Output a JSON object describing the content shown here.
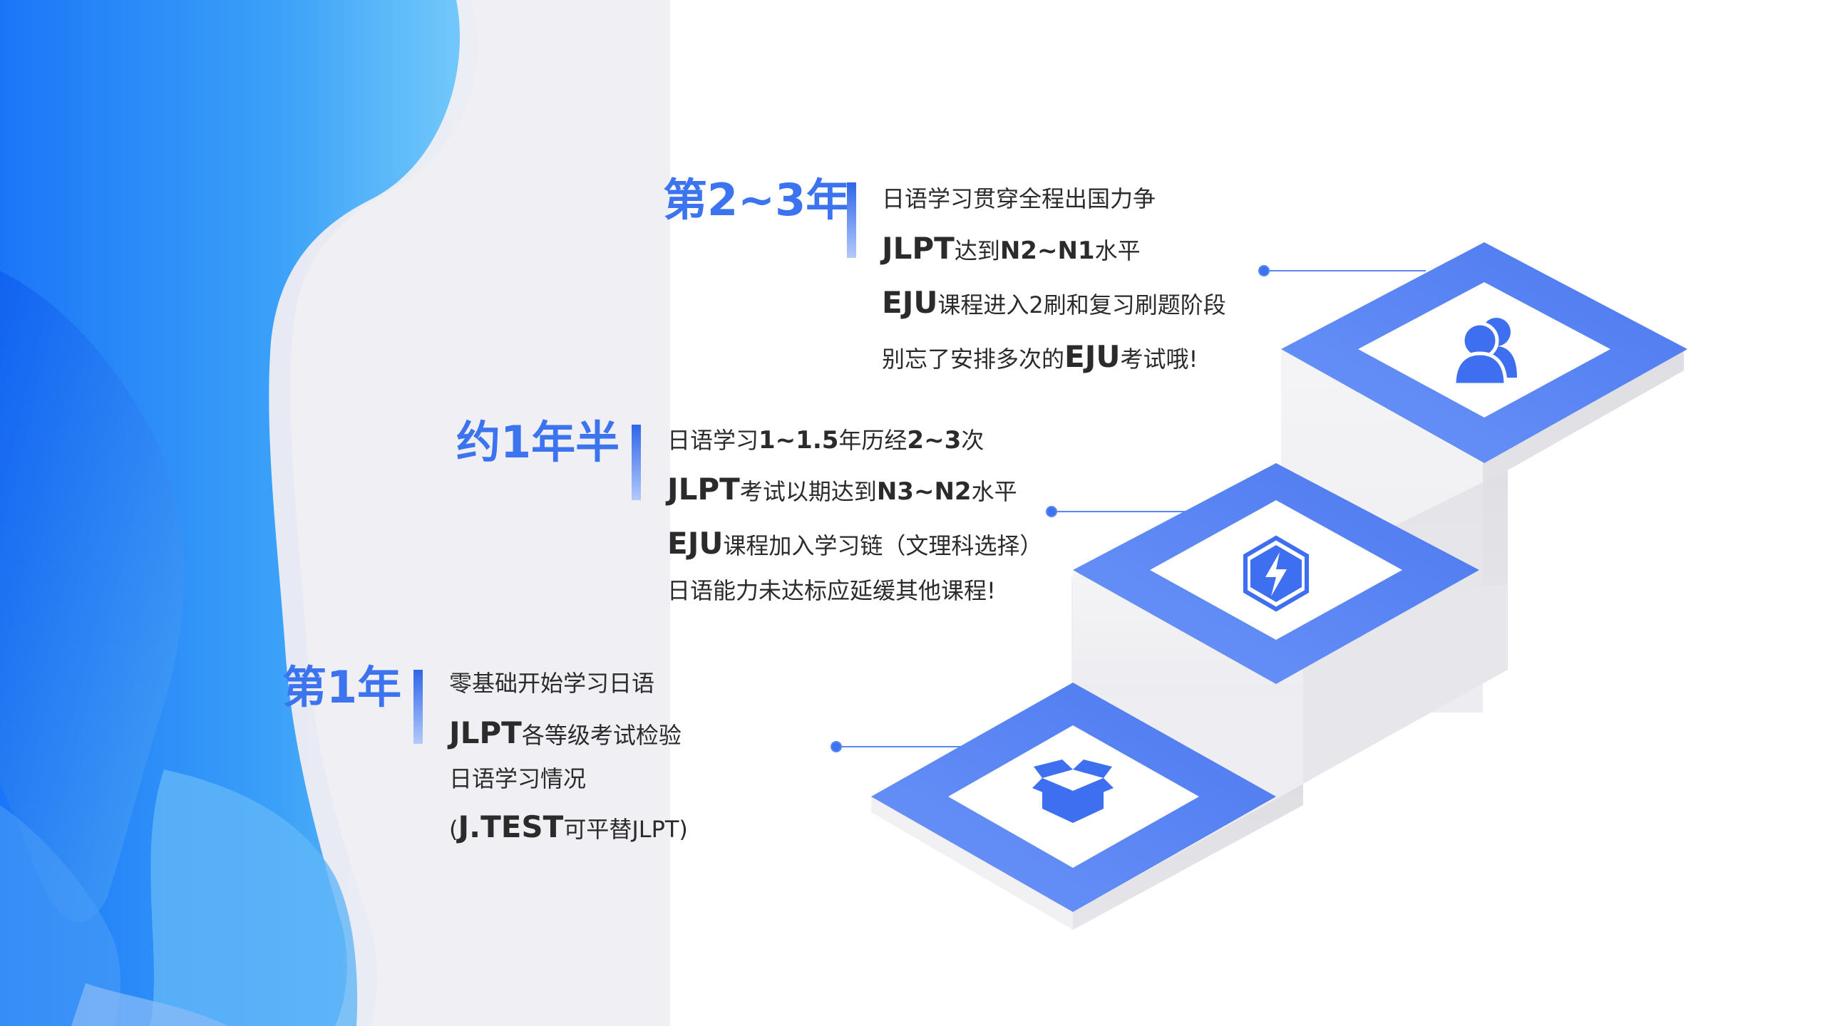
{
  "stages": [
    {
      "heading": "第2~3年",
      "lines": [
        {
          "segments": [
            {
              "text": "日语学习贯穿全程出国力争",
              "style": "normal"
            }
          ]
        },
        {
          "segments": [
            {
              "text": "JLPT",
              "style": "big"
            },
            {
              "text": "达到",
              "style": "normal"
            },
            {
              "text": "N2~N1",
              "style": "mid"
            },
            {
              "text": "水平",
              "style": "normal"
            }
          ]
        },
        {
          "segments": [
            {
              "text": "EJU",
              "style": "big"
            },
            {
              "text": "课程进入2刷和复习刷题阶段",
              "style": "normal"
            }
          ]
        },
        {
          "segments": [
            {
              "text": "别忘了安排多次的",
              "style": "normal"
            },
            {
              "text": "EJU",
              "style": "big"
            },
            {
              "text": "考试哦!",
              "style": "normal"
            }
          ]
        }
      ],
      "icon": "users-icon"
    },
    {
      "heading": "约1年半",
      "lines": [
        {
          "segments": [
            {
              "text": "日语学习",
              "style": "normal"
            },
            {
              "text": "1~1.5",
              "style": "mid"
            },
            {
              "text": "年历经",
              "style": "normal"
            },
            {
              "text": "2~3",
              "style": "mid"
            },
            {
              "text": "次",
              "style": "normal"
            }
          ]
        },
        {
          "segments": [
            {
              "text": "JLPT",
              "style": "big"
            },
            {
              "text": "考试以期达到",
              "style": "normal"
            },
            {
              "text": "N3~N2",
              "style": "mid"
            },
            {
              "text": "水平",
              "style": "normal"
            }
          ]
        },
        {
          "segments": [
            {
              "text": "EJU",
              "style": "big"
            },
            {
              "text": "课程加入学习链（文理科选择）",
              "style": "normal"
            }
          ]
        },
        {
          "segments": [
            {
              "text": "日语能力未达标应延缓其他课程!",
              "style": "normal"
            }
          ]
        }
      ],
      "icon": "lightning-shield-icon"
    },
    {
      "heading": "第1年",
      "lines": [
        {
          "segments": [
            {
              "text": "零基础开始学习日语",
              "style": "normal"
            }
          ]
        },
        {
          "segments": [
            {
              "text": "JLPT",
              "style": "big"
            },
            {
              "text": "各等级考试检验",
              "style": "normal"
            }
          ]
        },
        {
          "segments": [
            {
              "text": "日语学习情况",
              "style": "normal"
            }
          ]
        },
        {
          "segments": [
            {
              "text": "(",
              "style": "normal"
            },
            {
              "text": "J.TEST",
              "style": "big"
            },
            {
              "text": "可平替JLPT)",
              "style": "normal"
            }
          ]
        }
      ],
      "icon": "open-box-icon"
    }
  ],
  "colors": {
    "accent": "#3b74ee",
    "tile": "#5b86f5",
    "panel": "#efeff4",
    "text": "#2b2b2b"
  }
}
